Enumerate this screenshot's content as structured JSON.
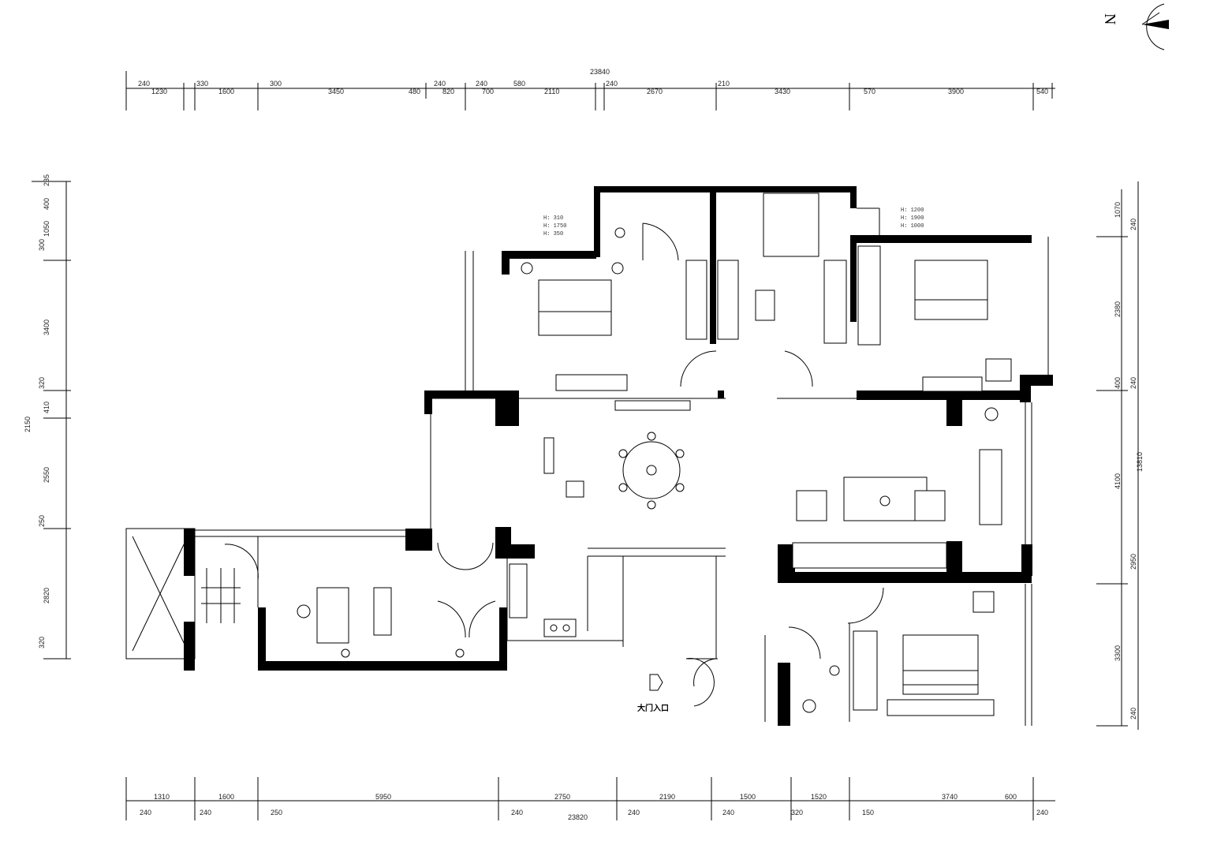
{
  "plan": {
    "north_label": "N",
    "entrance_label": "大门入口",
    "top_total": "23840",
    "bottom_total": "23820",
    "right_total": "13810",
    "left_total": "2150",
    "top_row1": [
      "240",
      "330",
      "300",
      "240",
      "240",
      "580",
      "240",
      "210"
    ],
    "top_row2": [
      "1230",
      "1600",
      "3450",
      "480",
      "820",
      "700",
      "2110",
      "2670",
      "3430",
      "570",
      "3900",
      "540"
    ],
    "bottom_row1": [
      "1310",
      "1600",
      "5950",
      "2750",
      "2190",
      "1500",
      "1520",
      "3740",
      "600"
    ],
    "bottom_row2": [
      "240",
      "240",
      "250",
      "240",
      "240",
      "240",
      "320",
      "150",
      "240"
    ],
    "left_dims": [
      "235",
      "400",
      "1050",
      "300",
      "3400",
      "320",
      "410",
      "2550",
      "250",
      "2820",
      "320"
    ],
    "right_dims": [
      "1070",
      "240",
      "2380",
      "400",
      "240",
      "4100",
      "2950",
      "3300",
      "240"
    ],
    "window_tags": [
      "H: 310",
      "H: 1750",
      "H: 350",
      "H: 1200",
      "H: 1900",
      "H: 1000"
    ]
  }
}
